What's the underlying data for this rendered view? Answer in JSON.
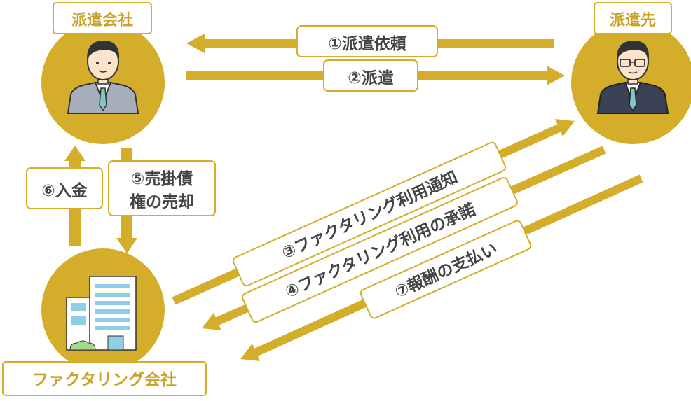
{
  "colors": {
    "gold": "#d4ad2b",
    "label_text": "#444444",
    "node_label_text": "#c9a227",
    "suit_left": "#a6adbb",
    "suit_right": "#3b4256",
    "tie": "#7fc9c1",
    "building": "#8ecfe6"
  },
  "nodes": {
    "dispatch_company": {
      "label": "派遣会社",
      "icon": "businessman-icon"
    },
    "client": {
      "label": "派遣先",
      "icon": "businessman-glasses-icon"
    },
    "factoring_company": {
      "label": "ファクタリング会社",
      "icon": "office-building-icon"
    }
  },
  "flows": {
    "f1": "①派遣依頼",
    "f2": "②派遣",
    "f3": "③ファクタリング利用通知",
    "f4": "④ファクタリング利用の承諾",
    "f5_line1": "⑤売掛債",
    "f5_line2": "権の売却",
    "f6": "⑥入金",
    "f7": "⑦報酬の支払い"
  }
}
